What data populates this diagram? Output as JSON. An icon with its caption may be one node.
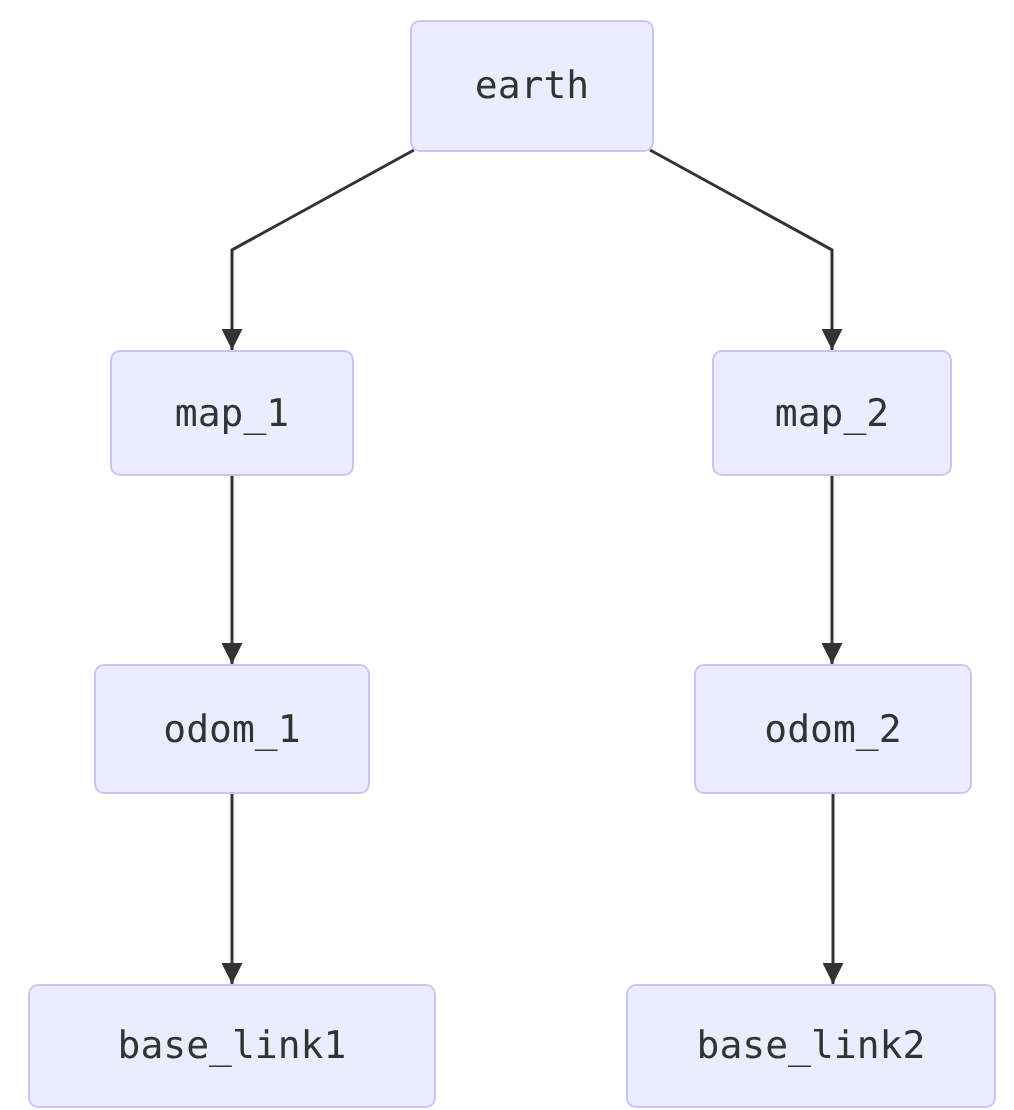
{
  "diagram": {
    "nodes": [
      {
        "text": [
          "earth"
        ]
      },
      {
        "text": [
          "map_1"
        ]
      },
      {
        "text": [
          "map_2"
        ]
      },
      {
        "text": [
          "odom_1"
        ]
      },
      {
        "text": [
          "odom_2"
        ]
      },
      {
        "text": [
          "base_link1"
        ]
      },
      {
        "text": [
          "base_link2"
        ]
      }
    ],
    "edges": [
      {
        "from": 0,
        "to": 1,
        "arrow": "to"
      },
      {
        "from": 0,
        "to": 2,
        "arrow": "to"
      },
      {
        "from": 1,
        "to": 3,
        "arrow": "to"
      },
      {
        "from": 2,
        "to": 4,
        "arrow": "to"
      },
      {
        "from": 3,
        "to": 5,
        "arrow": "to"
      },
      {
        "from": 4,
        "to": 6,
        "arrow": "to"
      }
    ]
  }
}
